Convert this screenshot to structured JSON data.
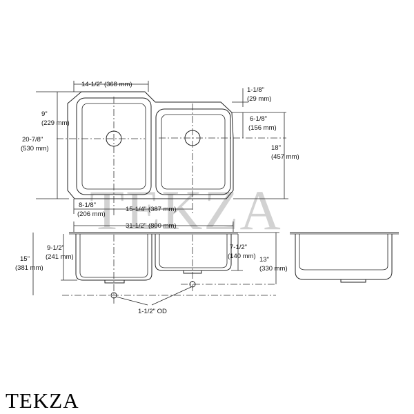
{
  "brand": {
    "watermark": "TEKZA",
    "logo": "TEKZA"
  },
  "top_view": {
    "left_bowl_width": "14-1/2\" (368 mm)",
    "deck_inch": "1-1/8\"",
    "deck_mm": "(29 mm)",
    "drain_from_top_inch": "9\"",
    "drain_from_top_mm": "(229 mm)",
    "right_drain_from_top_inch": "6-1/8\"",
    "right_drain_from_top_mm": "(156 mm)",
    "overall_depth_inch": "20-7/8\"",
    "overall_depth_mm": "(530 mm)",
    "right_bowl_depth_inch": "18\"",
    "right_bowl_depth_mm": "(457 mm)",
    "left_drain_offset_inch": "8-1/8\"",
    "left_drain_offset_mm": "(206 mm)",
    "drain_spacing": "15-1/4\" (387 mm)"
  },
  "front_view": {
    "overall_width": "31-1/2\" (800 mm)",
    "overall_height_inch": "15\"",
    "overall_height_mm": "(381 mm)",
    "left_bowl_height_inch": "9-1/2\"",
    "left_bowl_height_mm": "(241 mm)",
    "right_bowl_height_inch": "7-1/2\"",
    "right_bowl_height_mm": "(140 mm)",
    "drain_line_height_inch": "13\"",
    "drain_line_height_mm": "(330 mm)",
    "drain_outlet": "1-1/2\" OD"
  }
}
